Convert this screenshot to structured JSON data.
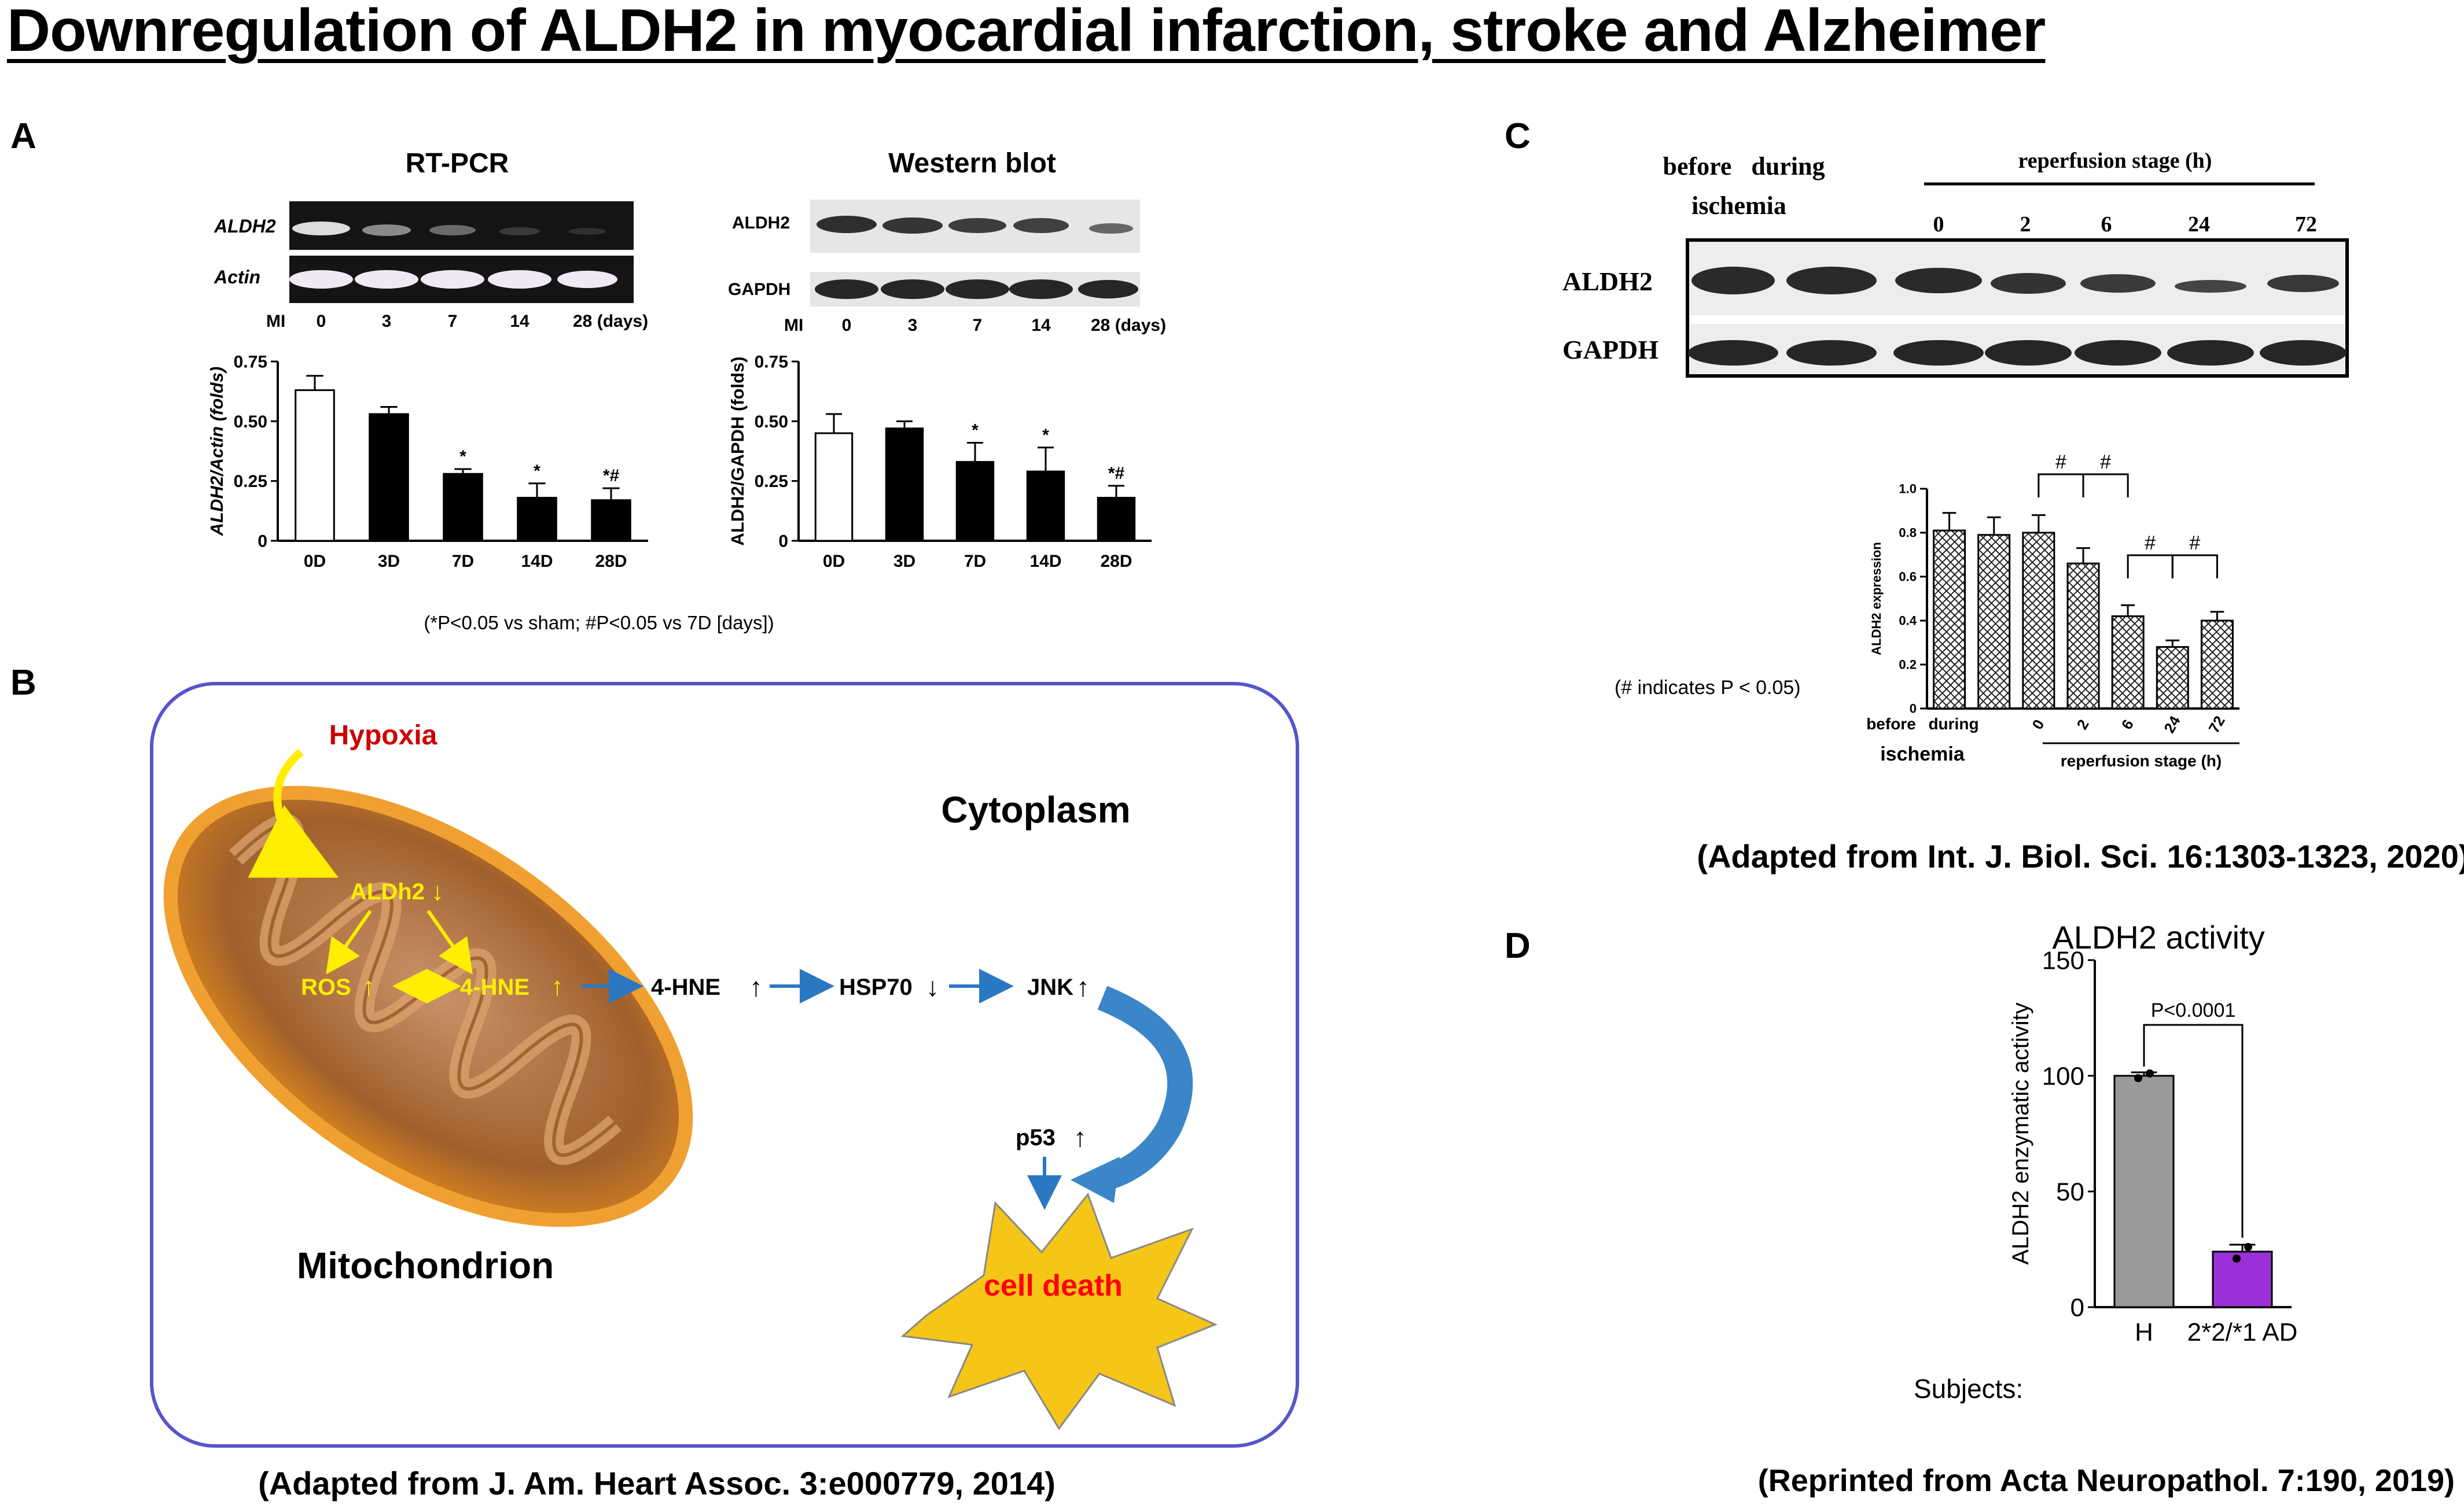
{
  "title": "Downregulation of ALDH2 in myocardial infarction, stroke and Alzheimer",
  "panel_labels": {
    "a": "A",
    "b": "B",
    "c": "C",
    "d": "D"
  },
  "panelA": {
    "rtpcr": {
      "title": "RT-PCR",
      "rows": [
        "ALDH2",
        "Actin"
      ],
      "lane_prefix": "MI",
      "lanes": [
        "0",
        "3",
        "7",
        "14",
        "28 (days)"
      ]
    },
    "wb": {
      "title": "Western blot",
      "rows": [
        "ALDH2",
        "GAPDH"
      ],
      "lane_prefix": "MI",
      "lanes": [
        "0",
        "3",
        "7",
        "14",
        "28 (days)"
      ]
    },
    "note": "(*P<0.05 vs sham; #P<0.05 vs 7D [days])"
  },
  "panelB": {
    "hypoxia": "Hypoxia",
    "cytoplasm": "Cytoplasm",
    "mitochondrion": "Mitochondrion",
    "aldh2": "ALDh2",
    "ros": "ROS",
    "hne_mito": "4-HNE",
    "hne": "4-HNE",
    "hsp70": "HSP70",
    "jnk": "JNK",
    "p53": "p53",
    "cell_death": "cell death",
    "caption": "(Adapted from J. Am. Heart Assoc. 3:e000779, 2014)"
  },
  "panelC": {
    "blot_header": {
      "before": "before",
      "during": "during",
      "ischemia": "ischemia",
      "reperfusion": "reperfusion stage (h)",
      "lanes": [
        "0",
        "2",
        "6",
        "24",
        "72"
      ]
    },
    "rows": [
      "ALDH2",
      "GAPDH"
    ],
    "note": "(# indicates P < 0.05)",
    "caption": "(Adapted from Int. J. Biol. Sci. 16:1303-1323, 2020)",
    "chart_x_before": "before",
    "chart_x_during": "during",
    "chart_x_ischemia": "ischemia",
    "chart_x_reperfusion": "reperfusion stage (h)"
  },
  "panelD": {
    "subjects_label": "Subjects:",
    "caption": "(Reprinted from Acta Neuropathol. 7:190, 2019)"
  },
  "colors": {
    "frame": "#5555cc",
    "hypoxia": "#cc0000",
    "arrow_blue": "#2b78c2",
    "mito_text": "#ffee00",
    "bar_grey": "#9a9a9a",
    "bar_purple": "#9b30d8",
    "burst": "#f5c518",
    "cell_death_text": "#ff0000"
  },
  "chart_data": [
    {
      "type": "bar",
      "ylabel": "ALDH2/Actin (folds)",
      "categories": [
        "0D",
        "3D",
        "7D",
        "14D",
        "28D"
      ],
      "values": [
        0.63,
        0.53,
        0.28,
        0.18,
        0.17
      ],
      "errors": [
        0.06,
        0.03,
        0.02,
        0.06,
        0.05
      ],
      "annotations": [
        "",
        "",
        "*",
        "*",
        "*#"
      ],
      "ylim": [
        0,
        0.75
      ],
      "yticks": [
        "0",
        "0.25",
        "0.50",
        "0.75"
      ]
    },
    {
      "type": "bar",
      "ylabel": "ALDH2/GAPDH (folds)",
      "categories": [
        "0D",
        "3D",
        "7D",
        "14D",
        "28D"
      ],
      "values": [
        0.45,
        0.47,
        0.33,
        0.29,
        0.18
      ],
      "errors": [
        0.08,
        0.03,
        0.08,
        0.1,
        0.05
      ],
      "annotations": [
        "",
        "",
        "*",
        "*",
        "*#"
      ],
      "ylim": [
        0,
        0.75
      ],
      "yticks": [
        "0",
        "0.25",
        "0.50",
        "0.75"
      ]
    },
    {
      "type": "bar",
      "ylabel": "ALDH2 expression",
      "categories": [
        "before",
        "during",
        "0",
        "2",
        "6",
        "24",
        "72"
      ],
      "values": [
        0.81,
        0.79,
        0.8,
        0.66,
        0.42,
        0.28,
        0.4
      ],
      "errors": [
        0.08,
        0.08,
        0.08,
        0.07,
        0.05,
        0.03,
        0.04
      ],
      "significance": [
        "#",
        "#",
        "#",
        "#"
      ],
      "ylim": [
        0,
        1.0
      ],
      "yticks": [
        "0",
        "0.2",
        "0.4",
        "0.6",
        "0.8",
        "1.0"
      ]
    },
    {
      "type": "bar",
      "title": "ALDH2 activity",
      "ylabel": "ALDH2 enzymatic activity",
      "categories": [
        "H",
        "2*2/*1 AD"
      ],
      "values": [
        100,
        24
      ],
      "errors": [
        1.5,
        3
      ],
      "colors": [
        "#9a9a9a",
        "#9b30d8"
      ],
      "significance": "P<0.0001",
      "ylim": [
        0,
        150
      ],
      "yticks": [
        "0",
        "50",
        "100",
        "150"
      ]
    }
  ]
}
